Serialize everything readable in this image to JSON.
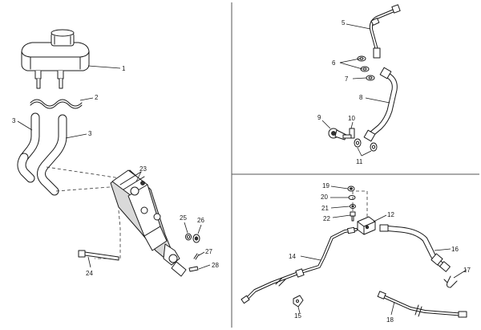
{
  "callouts": {
    "c1": "1",
    "c2": "2",
    "c3a": "3",
    "c3b": "3",
    "c5": "5",
    "c6": "6",
    "c7": "7",
    "c8": "8",
    "c9": "9",
    "c10": "10",
    "c11": "11",
    "c12": "12",
    "c14": "14",
    "c15": "15",
    "c16": "16",
    "c17": "17",
    "c18": "18",
    "c19": "19",
    "c20": "20",
    "c21": "21",
    "c22": "22",
    "c23": "23",
    "c24": "24",
    "c25": "25",
    "c26": "26",
    "c27": "27",
    "c28": "28"
  }
}
